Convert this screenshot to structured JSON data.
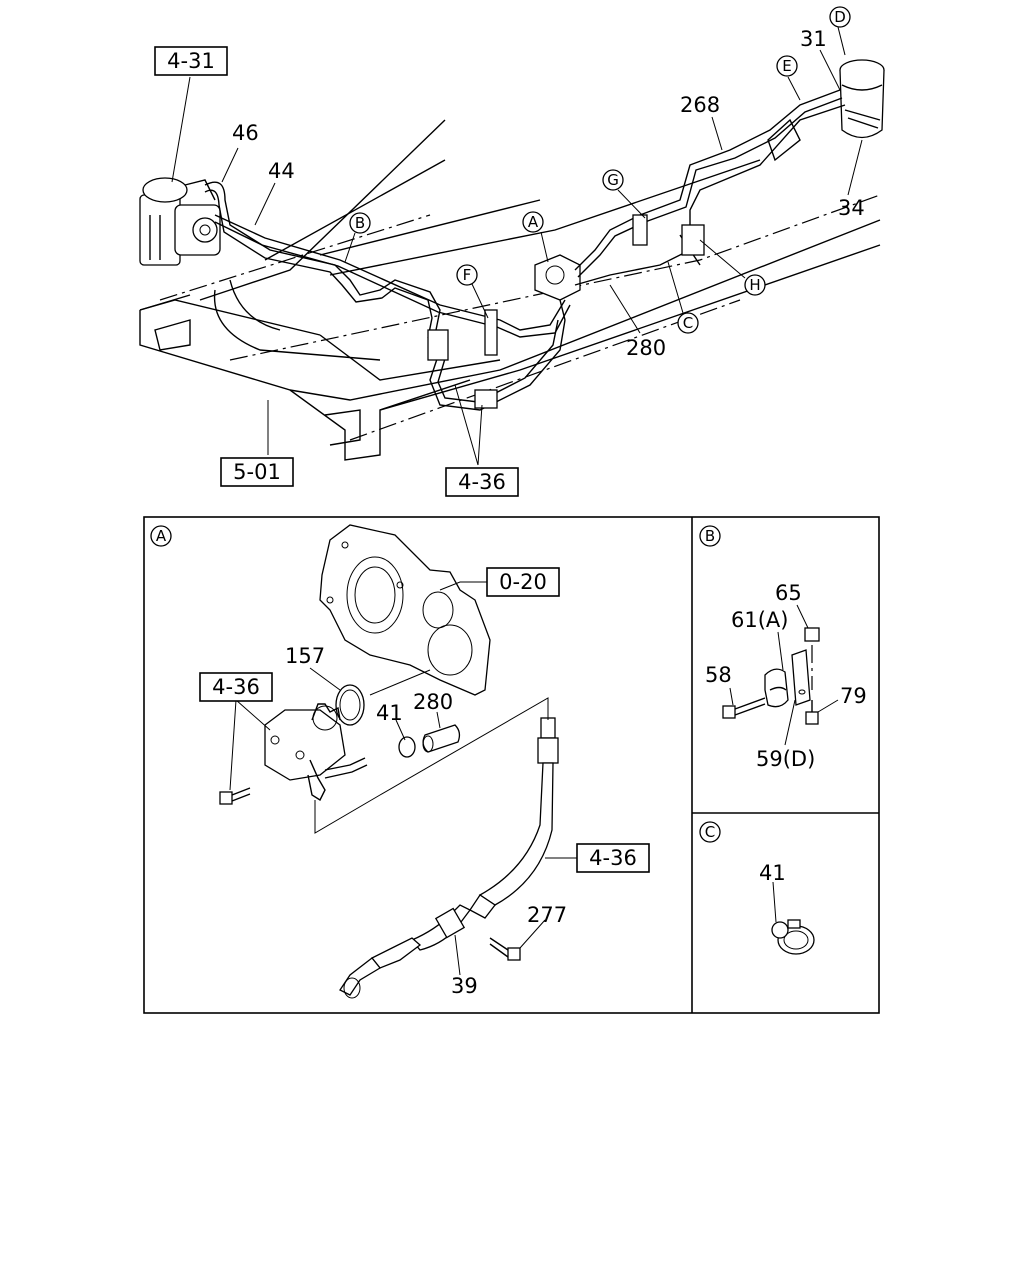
{
  "overview": {
    "refs": {
      "r431": "4-31",
      "r501": "5-01",
      "r436_main": "4-36"
    },
    "parts": {
      "p46": "46",
      "p44": "44",
      "p268": "268",
      "p31": "31",
      "p34": "34",
      "p280": "280"
    },
    "markers": {
      "A": "A",
      "B": "B",
      "C": "C",
      "D": "D",
      "E": "E",
      "F": "F",
      "G": "G",
      "H": "H"
    }
  },
  "panel_a": {
    "marker": "A",
    "refs": {
      "r020": "0-20",
      "r436_left": "4-36",
      "r436_hose": "4-36"
    },
    "parts": {
      "p157": "157",
      "p41": "41",
      "p280": "280",
      "p277": "277",
      "p39": "39"
    }
  },
  "panel_b": {
    "marker": "B",
    "parts": {
      "p65": "65",
      "p61": "61(A)",
      "p58": "58",
      "p79": "79",
      "p59": "59(D)"
    }
  },
  "panel_c": {
    "marker": "C",
    "parts": {
      "p41": "41"
    }
  }
}
